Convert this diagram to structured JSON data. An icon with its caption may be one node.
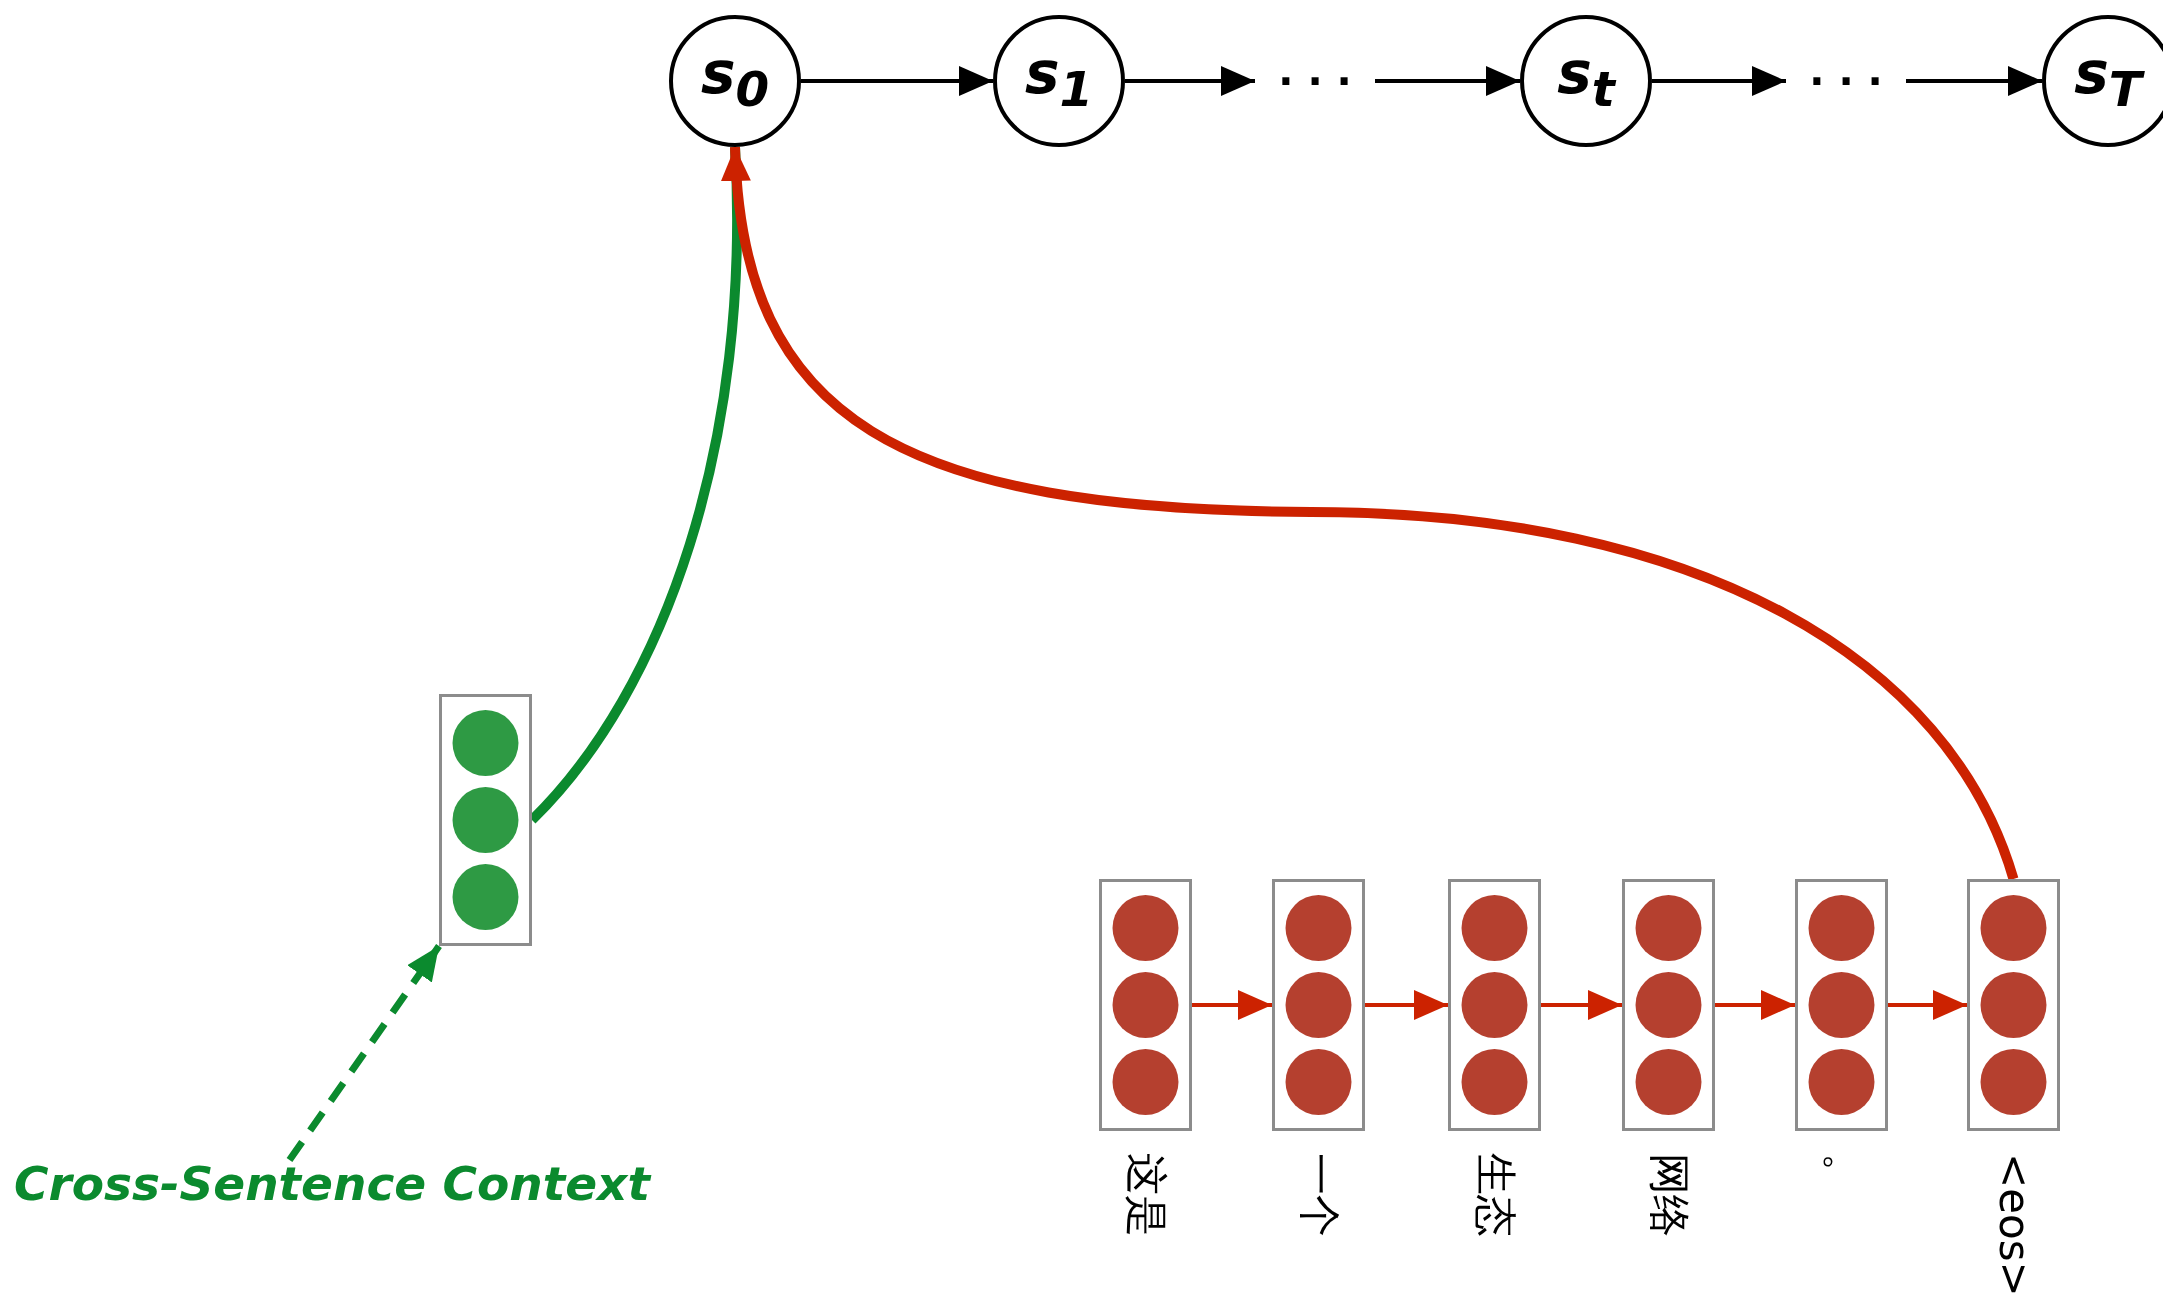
{
  "diagram": {
    "nodes": [
      {
        "text": [
          "s$_{0}$"
        ]
      },
      {
        "text": [
          "s$_{1}$"
        ]
      },
      {
        "text": [
          "· · ·"
        ]
      },
      {
        "text": [
          "s$_{t}$"
        ]
      },
      {
        "text": [
          "· · ·"
        ]
      },
      {
        "text": [
          "s$_{T}$"
        ]
      },
      {
        "text": [],
        "shape": "box"
      },
      {
        "text": [
          "Cross-Sentence Context"
        ]
      },
      {
        "text": [],
        "shape": "box",
        "beside": [
          "这是"
        ]
      },
      {
        "text": [],
        "shape": "box",
        "beside": [
          "一个"
        ]
      },
      {
        "text": [],
        "shape": "box",
        "beside": [
          "生态"
        ]
      },
      {
        "text": [],
        "shape": "box",
        "beside": [
          "网络"
        ]
      },
      {
        "text": [],
        "shape": "box",
        "beside": [
          "。"
        ]
      },
      {
        "text": [],
        "shape": "box",
        "beside": [
          "<eos>"
        ]
      }
    ],
    "edges": [
      {
        "from": 0,
        "to": 1,
        "arrow": "to",
        "color": "#000000"
      },
      {
        "from": 1,
        "to": 2,
        "arrow": "to",
        "color": "#000000"
      },
      {
        "from": 2,
        "to": 3,
        "arrow": "to",
        "color": "#000000"
      },
      {
        "from": 3,
        "to": 4,
        "arrow": "to",
        "color": "#000000"
      },
      {
        "from": 4,
        "to": 5,
        "arrow": "to",
        "color": "#000000"
      },
      {
        "from": 6,
        "to": 0,
        "arrow": "none",
        "style": "thick",
        "color": "#0b8a2e"
      },
      {
        "from": 13,
        "to": 0,
        "arrow": "to",
        "style": "thick",
        "color": "#cc2200"
      },
      {
        "from": 7,
        "to": 6,
        "arrow": "to",
        "style": "dashed",
        "color": "#0b8a2e"
      },
      {
        "from": 8,
        "to": 9,
        "arrow": "to",
        "color": "#cc2200"
      },
      {
        "from": 9,
        "to": 10,
        "arrow": "to",
        "color": "#cc2200"
      },
      {
        "from": 10,
        "to": 11,
        "arrow": "to",
        "color": "#cc2200"
      },
      {
        "from": 11,
        "to": 12,
        "arrow": "to",
        "color": "#cc2200"
      },
      {
        "from": 12,
        "to": 13,
        "arrow": "to",
        "color": "#cc2200"
      }
    ]
  }
}
